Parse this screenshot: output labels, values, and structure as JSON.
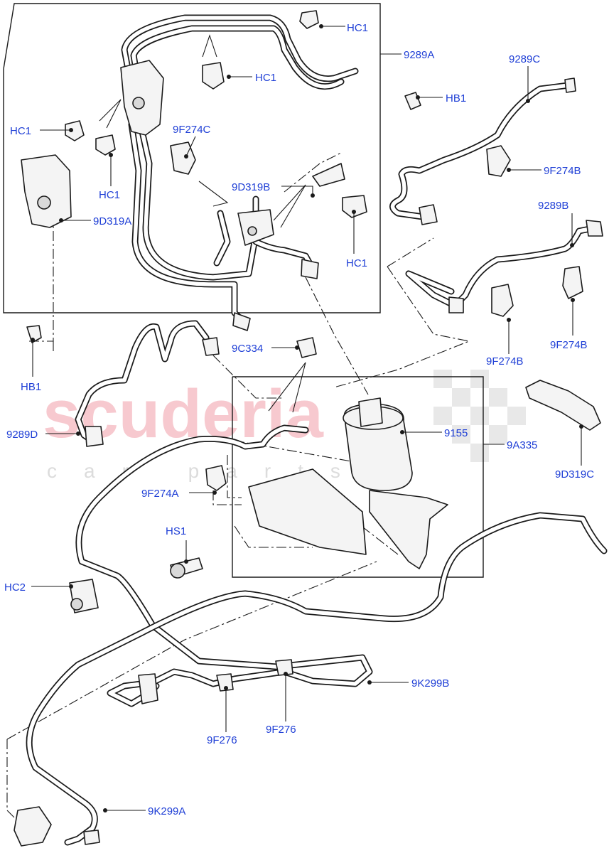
{
  "watermark": {
    "brand": "scuderia",
    "sub": "car parts"
  },
  "labels": {
    "hc1_top": "HC1",
    "hc1_mid": "HC1",
    "hc1_left": "HC1",
    "hc1_left_lower": "HC1",
    "hc1_right": "HC1",
    "l9289a": "9289A",
    "l9289c": "9289C",
    "hb1_top": "HB1",
    "l9f274c": "9F274C",
    "l9f274b_top": "9F274B",
    "l9d319b": "9D319B",
    "l9d319a": "9D319A",
    "l9289b": "9289B",
    "hb1_left": "HB1",
    "l9c334": "9C334",
    "l9f274b_mid": "9F274B",
    "l9f274b_right": "9F274B",
    "l9289d": "9289D",
    "l9155": "9155",
    "l9a335": "9A335",
    "l9d319c": "9D319C",
    "l9f274a": "9F274A",
    "hs1": "HS1",
    "hc2": "HC2",
    "l9k299b": "9K299B",
    "l9f276_a": "9F276",
    "l9f276_b": "9F276",
    "l9k299a": "9K299A"
  }
}
